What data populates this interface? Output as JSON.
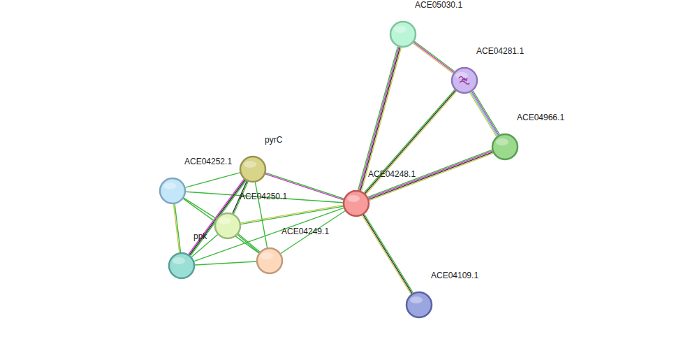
{
  "diagram": {
    "nodes": [
      {
        "text": [
          "ACE05030.1"
        ]
      },
      {
        "text": [
          "ACE04281.1"
        ]
      },
      {
        "text": [
          "ACE04966.1"
        ]
      },
      {
        "text": [
          "pyrC"
        ]
      },
      {
        "text": [
          "ACE04252.1"
        ]
      },
      {
        "text": [
          "ACE04248.1"
        ]
      },
      {
        "text": [
          "ACE04250.1"
        ]
      },
      {
        "text": [
          "ACE04249.1"
        ]
      },
      {
        "text": [
          "ppk"
        ]
      },
      {
        "text": [
          "ACE04109.1"
        ]
      }
    ],
    "edges": [
      {
        "from": 5,
        "to": 0,
        "arrow": "none"
      },
      {
        "from": 5,
        "to": 1,
        "arrow": "none"
      },
      {
        "from": 5,
        "to": 2,
        "arrow": "none"
      },
      {
        "from": 0,
        "to": 1,
        "arrow": "none"
      },
      {
        "from": 1,
        "to": 2,
        "arrow": "none"
      },
      {
        "from": 5,
        "to": 9,
        "arrow": "none"
      },
      {
        "from": 5,
        "to": 3,
        "arrow": "none"
      },
      {
        "from": 5,
        "to": 4,
        "arrow": "none"
      },
      {
        "from": 5,
        "to": 6,
        "arrow": "none"
      },
      {
        "from": 5,
        "to": 7,
        "arrow": "none"
      },
      {
        "from": 5,
        "to": 8,
        "arrow": "none"
      },
      {
        "from": 3,
        "to": 4,
        "arrow": "none"
      },
      {
        "from": 3,
        "to": 6,
        "arrow": "none"
      },
      {
        "from": 3,
        "to": 8,
        "arrow": "none"
      },
      {
        "from": 3,
        "to": 7,
        "arrow": "none"
      },
      {
        "from": 4,
        "to": 6,
        "arrow": "none"
      },
      {
        "from": 4,
        "to": 8,
        "arrow": "none"
      },
      {
        "from": 4,
        "to": 7,
        "arrow": "none"
      },
      {
        "from": 6,
        "to": 7,
        "arrow": "none"
      },
      {
        "from": 6,
        "to": 8,
        "arrow": "none"
      },
      {
        "from": 8,
        "to": 7,
        "arrow": "none"
      }
    ]
  }
}
